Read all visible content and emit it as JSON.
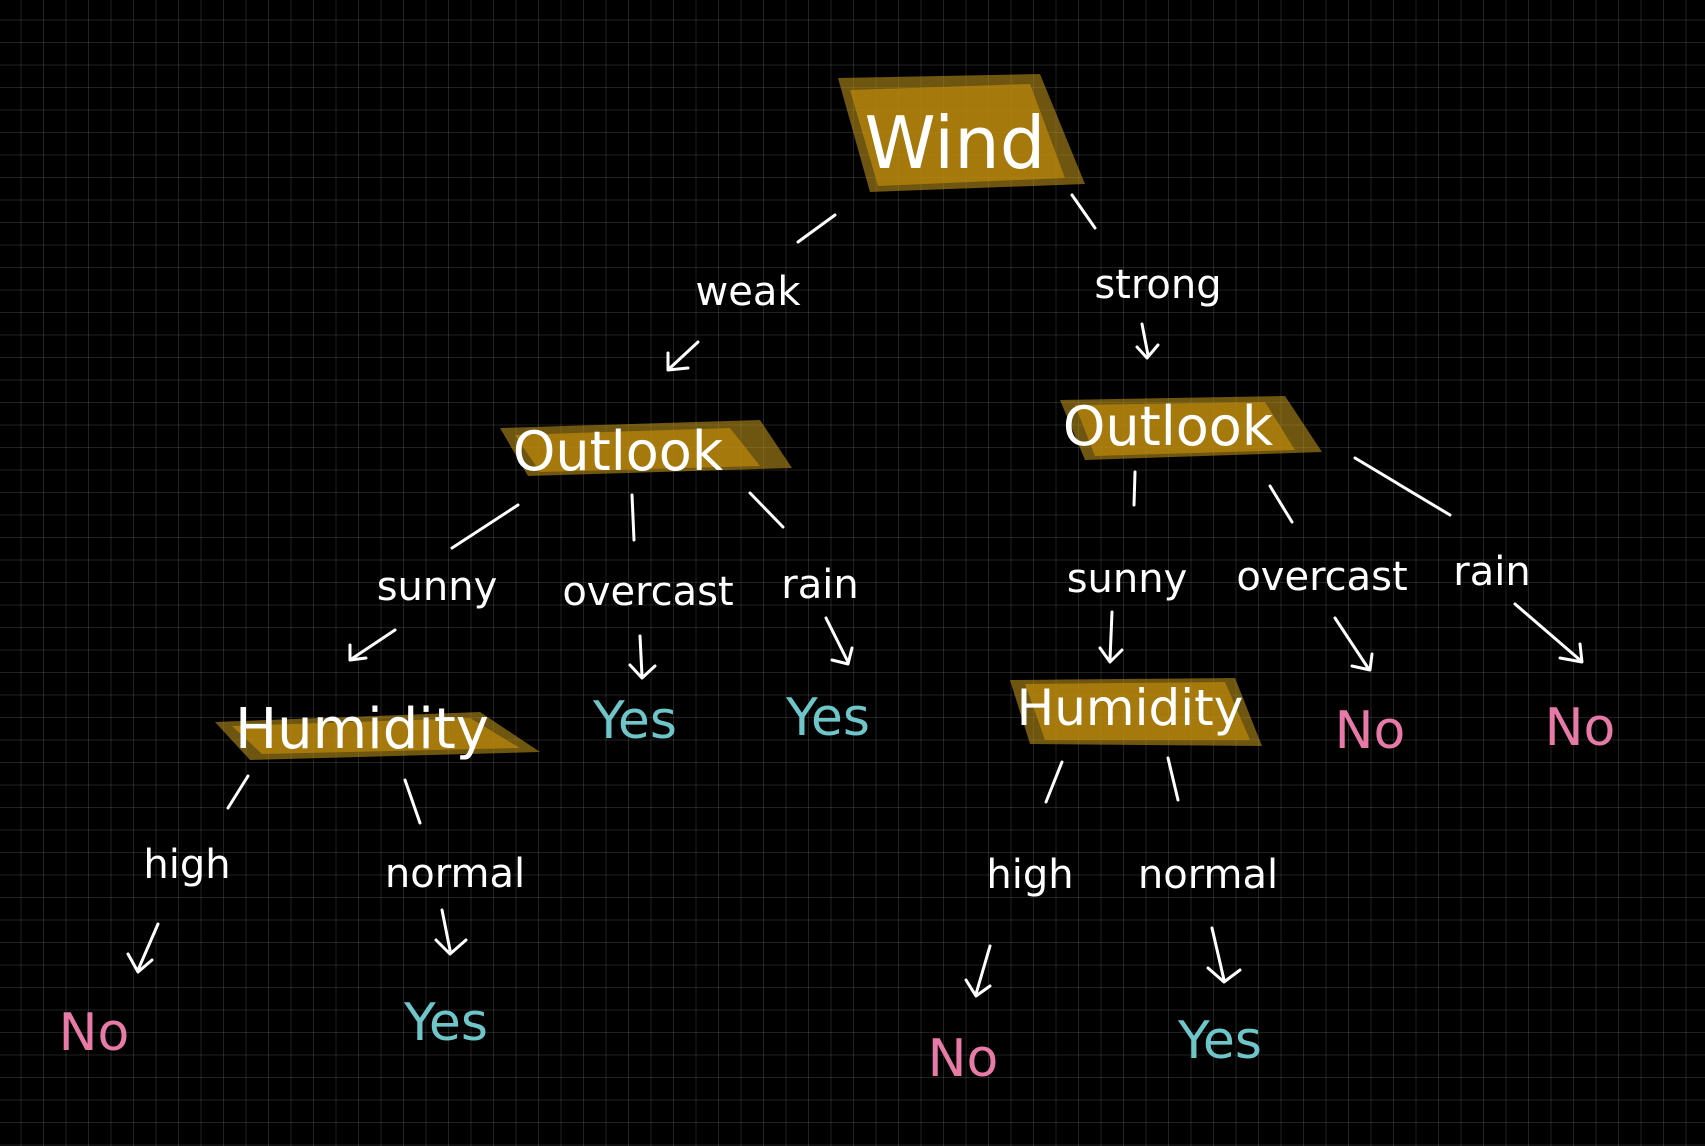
{
  "root": {
    "label": "Wind",
    "branches": [
      {
        "label": "weak",
        "node": {
          "label": "Outlook",
          "branches": [
            {
              "label": "sunny",
              "node": {
                "label": "Humidity",
                "branches": [
                  {
                    "label": "high",
                    "leaf": "No"
                  },
                  {
                    "label": "normal",
                    "leaf": "Yes"
                  }
                ]
              }
            },
            {
              "label": "overcast",
              "leaf": "Yes"
            },
            {
              "label": "rain",
              "leaf": "Yes"
            }
          ]
        }
      },
      {
        "label": "strong",
        "node": {
          "label": "Outlook",
          "branches": [
            {
              "label": "sunny",
              "node": {
                "label": "Humidity",
                "branches": [
                  {
                    "label": "high",
                    "leaf": "No"
                  },
                  {
                    "label": "normal",
                    "leaf": "Yes"
                  }
                ]
              }
            },
            {
              "label": "overcast",
              "leaf": "No"
            },
            {
              "label": "rain",
              "leaf": "No"
            }
          ]
        }
      }
    ]
  },
  "colors": {
    "background": "#000000",
    "grid": "#ffffff",
    "highlight": "#c99a1e",
    "text": "#ffffff",
    "yes": "#6ec6c9",
    "no": "#e87aa8"
  }
}
